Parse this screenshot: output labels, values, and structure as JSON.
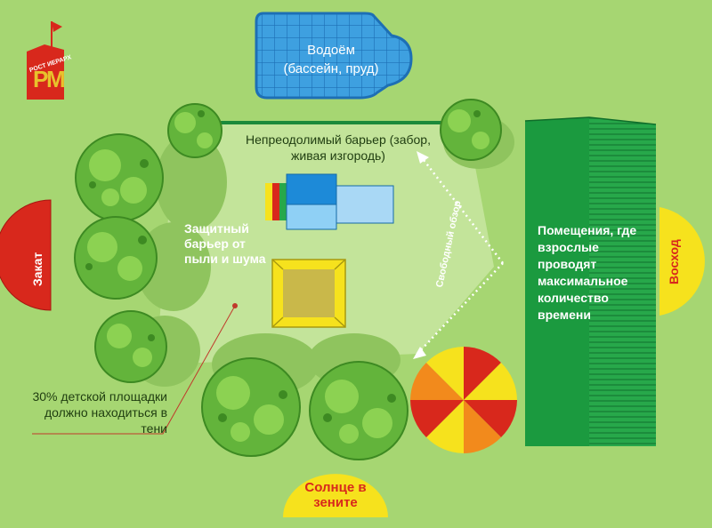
{
  "pool": {
    "title": "Водоём",
    "subtitle": "(бассейн, пруд)"
  },
  "barrier_label": "Непреодолимый барьер (забор, живая изгородь)",
  "protective_barrier": "Защитный барьер от пыли и шума",
  "free_view": "Свободный обзор",
  "rooms_label": "Помещения, где взрослые проводят максимальное количество времени",
  "sunset": "Закат",
  "sunrise": "Восход",
  "sun_zenith": "Солнце в зените",
  "shade_note": "30% детской площадки должно находиться в тени",
  "logo": {
    "top_text": "РОСТ ИЕРАРХ",
    "mark": "РМ"
  },
  "colors": {
    "lawn": "#a6d672",
    "playground": "#c3e49a",
    "tree_canopy": "#63b43b",
    "building": "#1b9a3f",
    "pool_water": "#3ea0e0",
    "sun_badge": "#f6e21d",
    "sunset_badge": "#d8281c",
    "umbrella": [
      "#d8281c",
      "#f28a1c",
      "#f6e21d"
    ]
  }
}
